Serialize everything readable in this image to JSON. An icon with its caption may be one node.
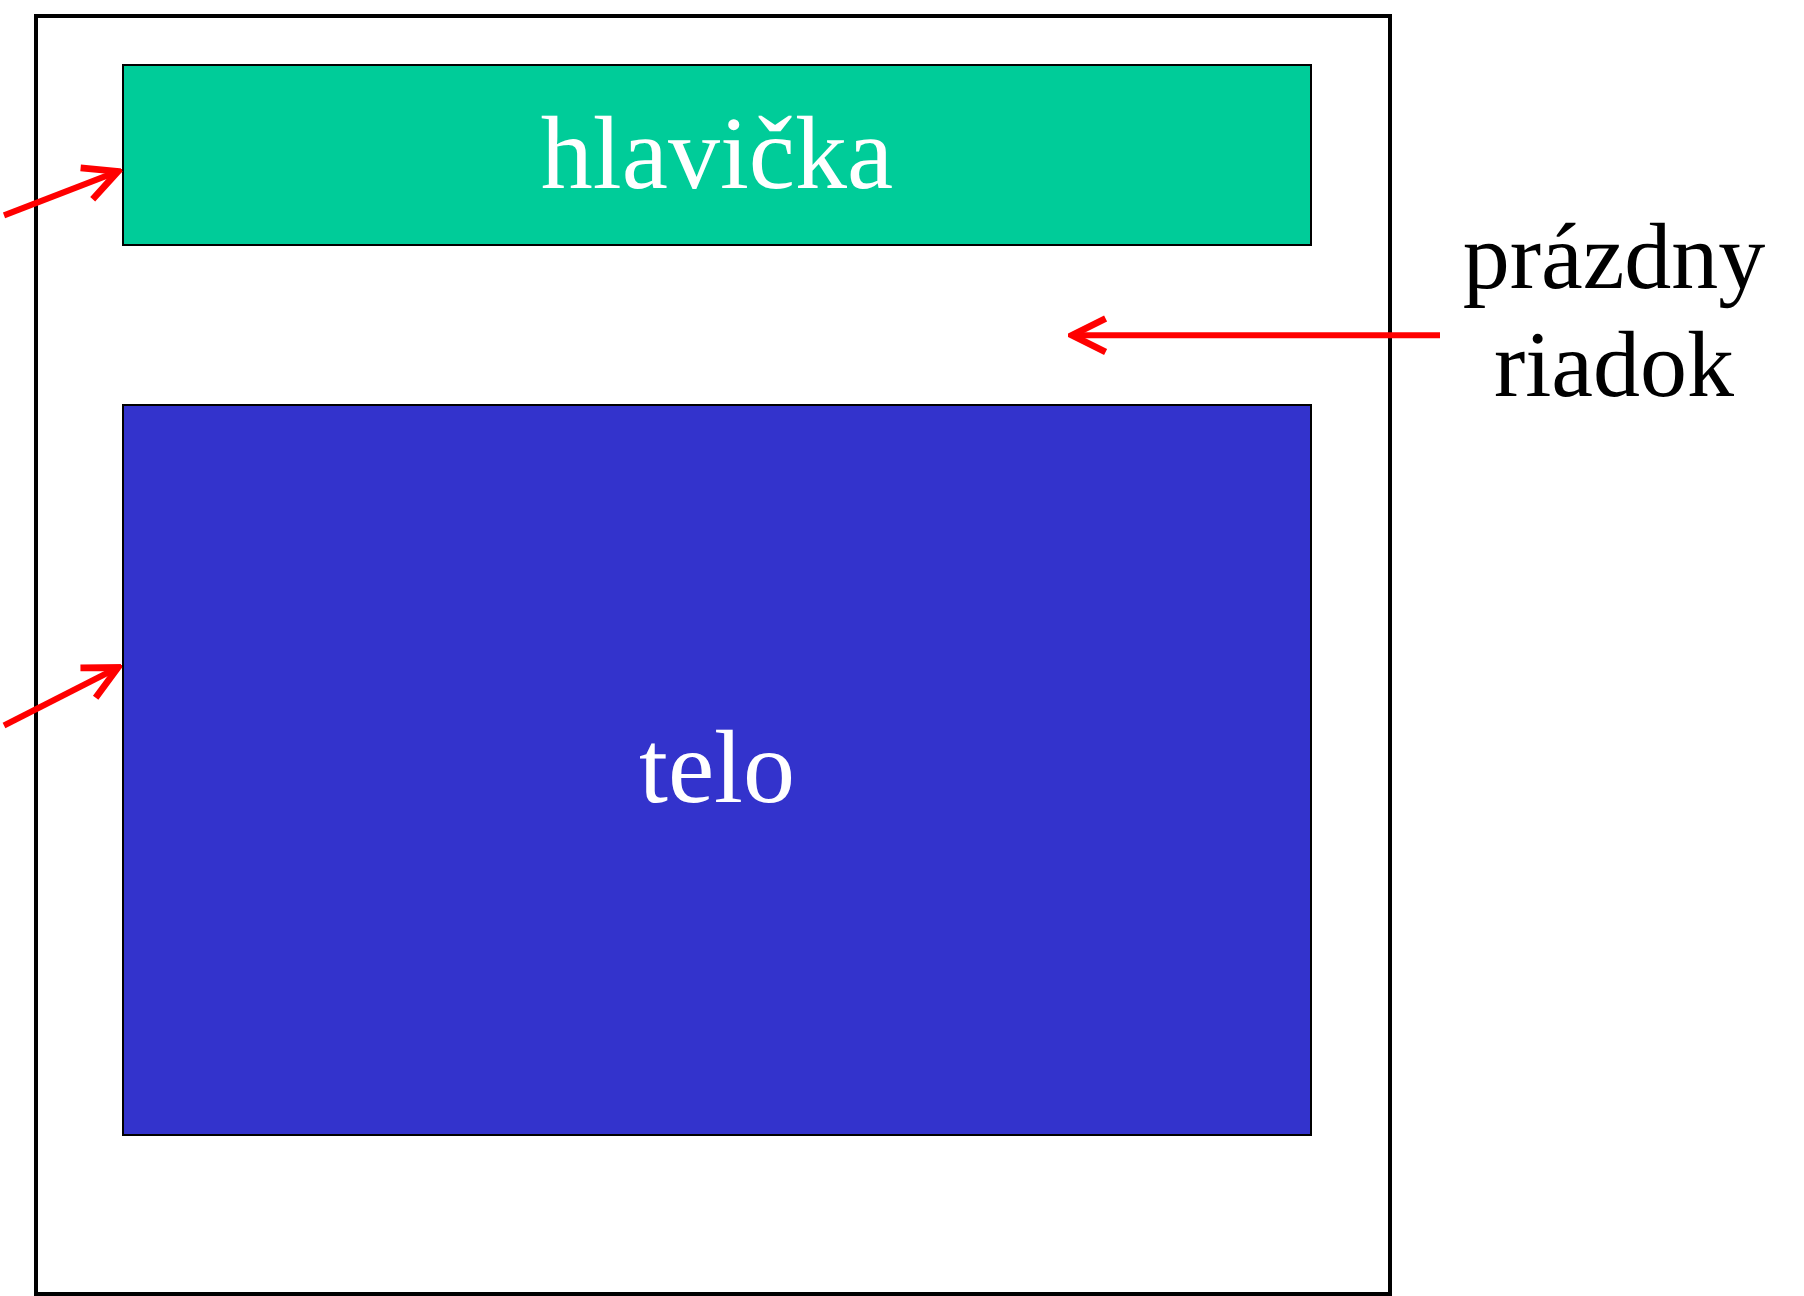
{
  "diagram": {
    "nodes": [
      {
        "text": [],
        "shape": "box"
      },
      {
        "text": [
          "hlavička"
        ],
        "in": 0
      },
      {
        "text": [
          "telo"
        ],
        "in": 0
      },
      {
        "text": [
          "prázdny riadok"
        ]
      }
    ],
    "edges": [
      {
        "from": null,
        "to": 1,
        "arrow": "to"
      },
      {
        "from": null,
        "to": 2,
        "arrow": "to"
      },
      {
        "from": 3,
        "to": null,
        "arrow": "to"
      }
    ]
  }
}
